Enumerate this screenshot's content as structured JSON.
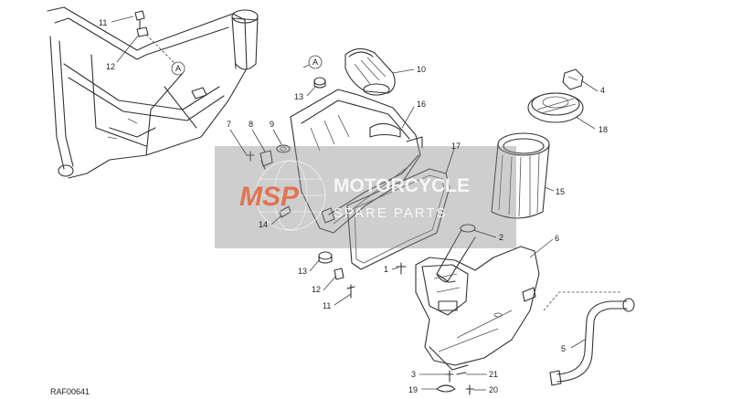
{
  "diagram_code": "RAF00641",
  "section_marker": "A",
  "callouts": [
    "1",
    "2",
    "3",
    "4",
    "5",
    "6",
    "7",
    "8",
    "9",
    "10",
    "11",
    "12",
    "13",
    "14",
    "15",
    "16",
    "17",
    "18",
    "19",
    "20",
    "21"
  ],
  "watermark": {
    "logo": "MSP",
    "line1": "MOTORCYCLE",
    "line2": "SPARE PARTS"
  }
}
